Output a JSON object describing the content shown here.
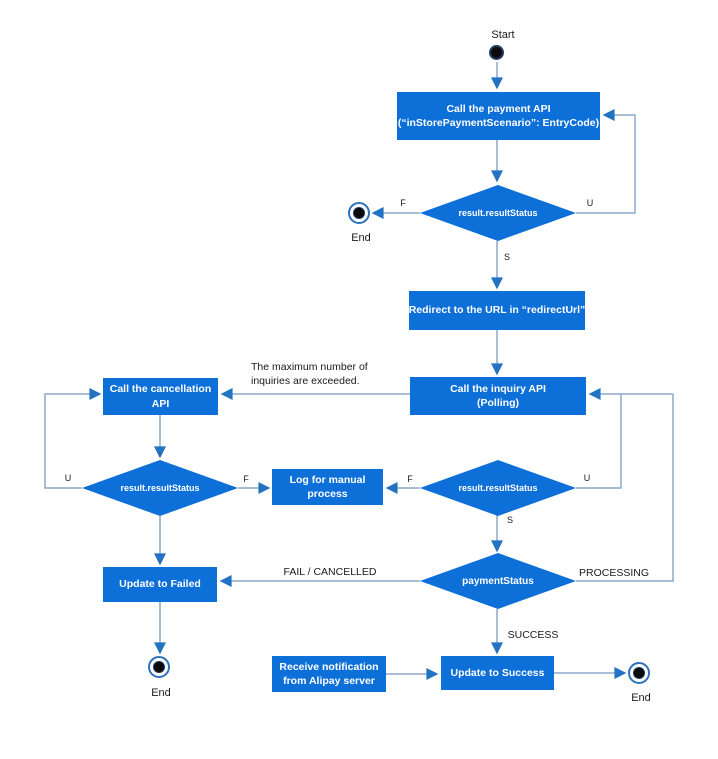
{
  "diagram": {
    "nodes": {
      "start_label": "Start",
      "payment_api": "Call the payment API\n(“inStorePaymentScenario”: EntryCode)",
      "result_status_top": "result.resultStatus",
      "end_label_top": "End",
      "redirect": "Redirect to the URL in “redirectUrl”",
      "inquiry_api": "Call the inquiry API\n(Polling)",
      "cancellation_api": "Call the cancellation\nAPI",
      "result_status_left": "result.resultStatus",
      "log_manual": "Log for manual\nprocess",
      "result_status_right": "result.resultStatus",
      "payment_status": "paymentStatus",
      "update_failed": "Update to Failed",
      "update_success": "Update to Success",
      "receive_notification": "Receive notification\nfrom Alipay server",
      "end_label_left": "End",
      "end_label_right": "End"
    },
    "edge_labels": {
      "f_top": "F",
      "u_top": "U",
      "s_top": "S",
      "max_inquiries_note": "The maximum number of\ninquiries are exceeded.",
      "f_left": "F",
      "u_left": "U",
      "f_right": "F",
      "u_right": "U",
      "s_right": "S",
      "fail_cancelled": "FAIL / CANCELLED",
      "processing": "PROCESSING",
      "success": "SUCCESS"
    },
    "colors": {
      "node_fill": "#0d6fd8",
      "node_text": "#ffffff",
      "connector_line": "#8ba7c9",
      "arrowhead": "#2273c3",
      "end_ring": "#2d71ba",
      "terminal_fill": "#0b0b0d",
      "label_text": "#1a1a1a"
    }
  }
}
